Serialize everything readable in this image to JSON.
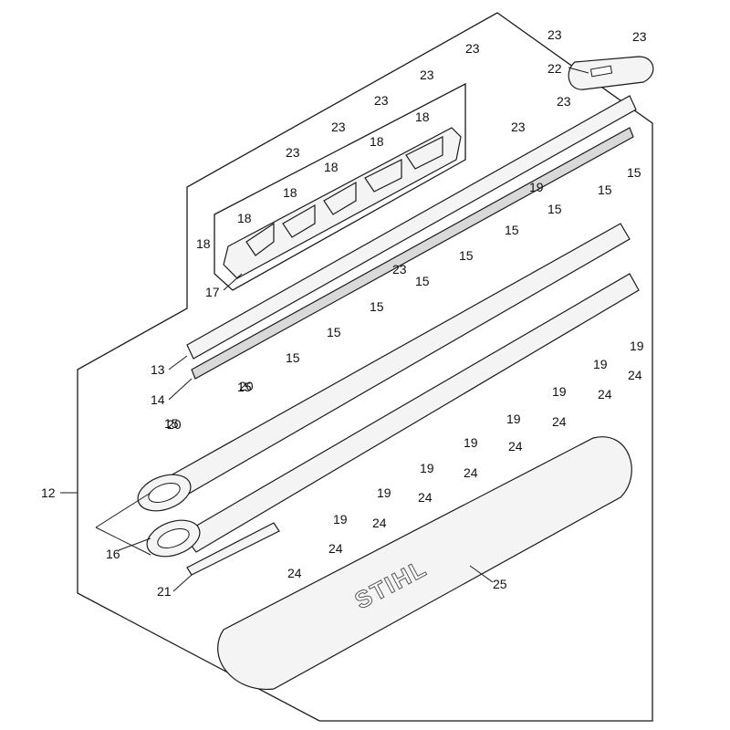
{
  "diagram": {
    "logo_text": "STIHL",
    "labels": [
      "12",
      "13",
      "14",
      "15",
      "15",
      "15",
      "15",
      "15",
      "15",
      "15",
      "15",
      "15",
      "15",
      "15",
      "16",
      "17",
      "18",
      "18",
      "18",
      "18",
      "18",
      "18",
      "19",
      "19",
      "19",
      "19",
      "19",
      "19",
      "19",
      "19",
      "19",
      "20",
      "20",
      "21",
      "22",
      "23",
      "23",
      "23",
      "23",
      "23",
      "23",
      "23",
      "23",
      "23",
      "23",
      "24",
      "24",
      "24",
      "24",
      "24",
      "24",
      "24",
      "24",
      "24",
      "25"
    ]
  }
}
